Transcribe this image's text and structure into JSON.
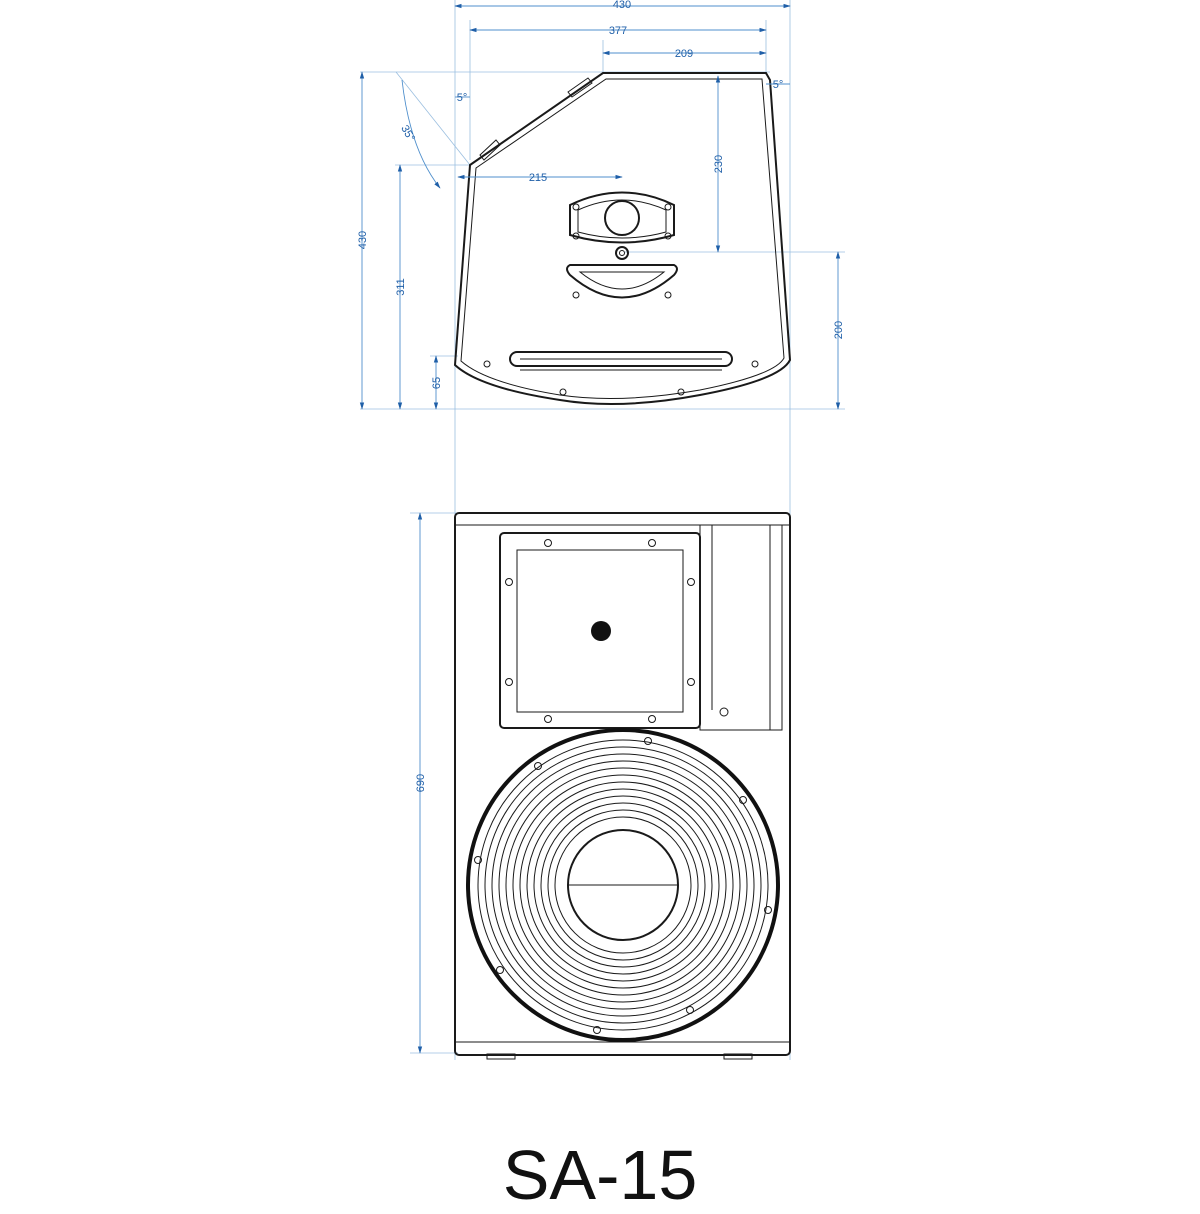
{
  "model": "SA-15",
  "side_view": {
    "dimensions": {
      "total_width": "430",
      "top_width": "377",
      "tweeter_offset_top": "209",
      "tweeter_offset_back": "215",
      "top_angle": "35°",
      "front_tilt": "5°",
      "back_tilt": "5°",
      "total_height": "430",
      "front_height": "311",
      "tweeter_height": "230",
      "handle_height": "200",
      "base_height": "65"
    }
  },
  "front_view": {
    "dimensions": {
      "height": "690"
    }
  },
  "colors": {
    "dimension": "#1f5fa8",
    "outline": "#1a1a1a"
  }
}
